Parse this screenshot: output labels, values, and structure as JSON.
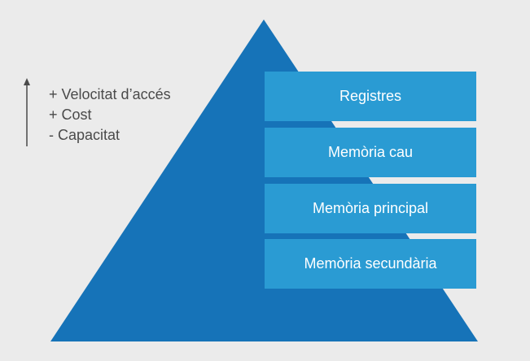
{
  "legend": {
    "lines": [
      "+ Velocitat d’accés",
      "+ Cost",
      "- Capacitat"
    ]
  },
  "levels": [
    "Registres",
    "Memòria cau",
    "Memòria principal",
    "Memòria secundària"
  ],
  "colors": {
    "background": "#ebebeb",
    "pyramid": "#1673b8",
    "level": "#2a9bd3",
    "text_dark": "#4a4a4a",
    "text_light": "#ffffff"
  }
}
